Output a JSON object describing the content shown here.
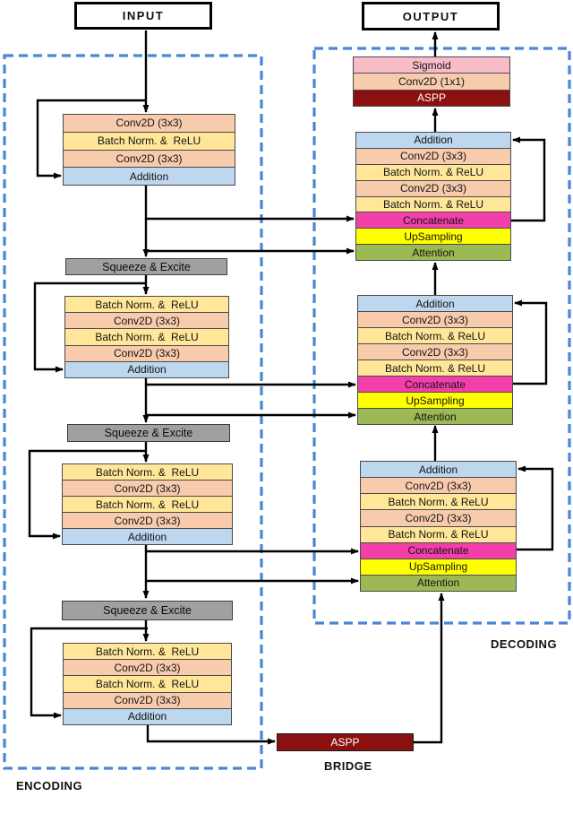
{
  "io": {
    "input_label": "INPUT",
    "output_label": "OUTPUT"
  },
  "sections": {
    "encoding": "ENCODING",
    "decoding": "DECODING",
    "bridge": "BRIDGE"
  },
  "bridge": {
    "label": "ASPP"
  },
  "encoder": {
    "se_label": "Squeeze & Excite",
    "blocks": [
      {
        "rows": [
          "Conv2D (3x3)",
          "Batch Norm. &  ReLU",
          "Conv2D (3x3)",
          "Addition"
        ]
      },
      {
        "rows": [
          "Batch Norm. &  ReLU",
          "Conv2D (3x3)",
          "Batch Norm. &  ReLU",
          "Conv2D (3x3)",
          "Addition"
        ]
      },
      {
        "rows": [
          "Batch Norm. &  ReLU",
          "Conv2D (3x3)",
          "Batch Norm. &  ReLU",
          "Conv2D (3x3)",
          "Addition"
        ]
      },
      {
        "rows": [
          "Batch Norm. &  ReLU",
          "Conv2D (3x3)",
          "Batch Norm. &  ReLU",
          "Conv2D (3x3)",
          "Addition"
        ]
      }
    ]
  },
  "decoder": {
    "head": {
      "rows": [
        "Sigmoid",
        "Conv2D (1x1)",
        "ASPP"
      ]
    },
    "blocks": [
      {
        "rows": [
          "Addition",
          "Conv2D (3x3)",
          "Batch Norm. & ReLU",
          "Conv2D (3x3)",
          "Batch Norm. & ReLU",
          "Concatenate",
          "UpSampling",
          "Attention"
        ]
      },
      {
        "rows": [
          "Addition",
          "Conv2D (3x3)",
          "Batch Norm. & ReLU",
          "Conv2D (3x3)",
          "Batch Norm. & ReLU",
          "Concatenate",
          "UpSampling",
          "Attention"
        ]
      },
      {
        "rows": [
          "Addition",
          "Conv2D (3x3)",
          "Batch Norm. & ReLU",
          "Conv2D (3x3)",
          "Batch Norm. & ReLU",
          "Concatenate",
          "UpSampling",
          "Attention"
        ]
      }
    ]
  },
  "colors": {
    "conv": "#F8CBAD",
    "bn": "#FFE699",
    "add": "#BDD7EE",
    "concat": "#F23FA9",
    "up": "#FFFF00",
    "attn": "#9DB954",
    "sigmoid": "#F8BCC9",
    "aspp": "#8B1010",
    "se": "#A0A0A0",
    "dash": "#4A86D8",
    "line": "#000000"
  }
}
